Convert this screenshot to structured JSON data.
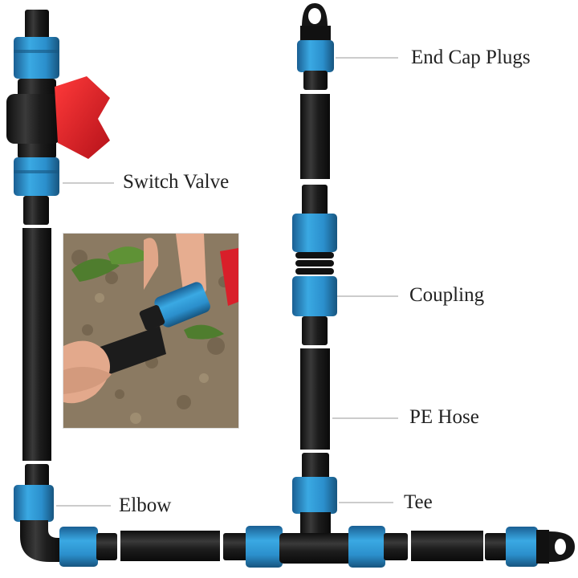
{
  "labels": {
    "end_cap": "End Cap Plugs",
    "switch_valve": "Switch Valve",
    "coupling": "Coupling",
    "pe_hose": "PE Hose",
    "elbow": "Elbow",
    "tee": "Tee"
  },
  "colors": {
    "fitting_blue": "#2b9ad6",
    "fitting_blue_dark": "#1d6fa6",
    "pipe_black": "#1c1c1c",
    "valve_red": "#e01f26",
    "leader_line": "#9a9a9a",
    "background": "#ffffff"
  }
}
